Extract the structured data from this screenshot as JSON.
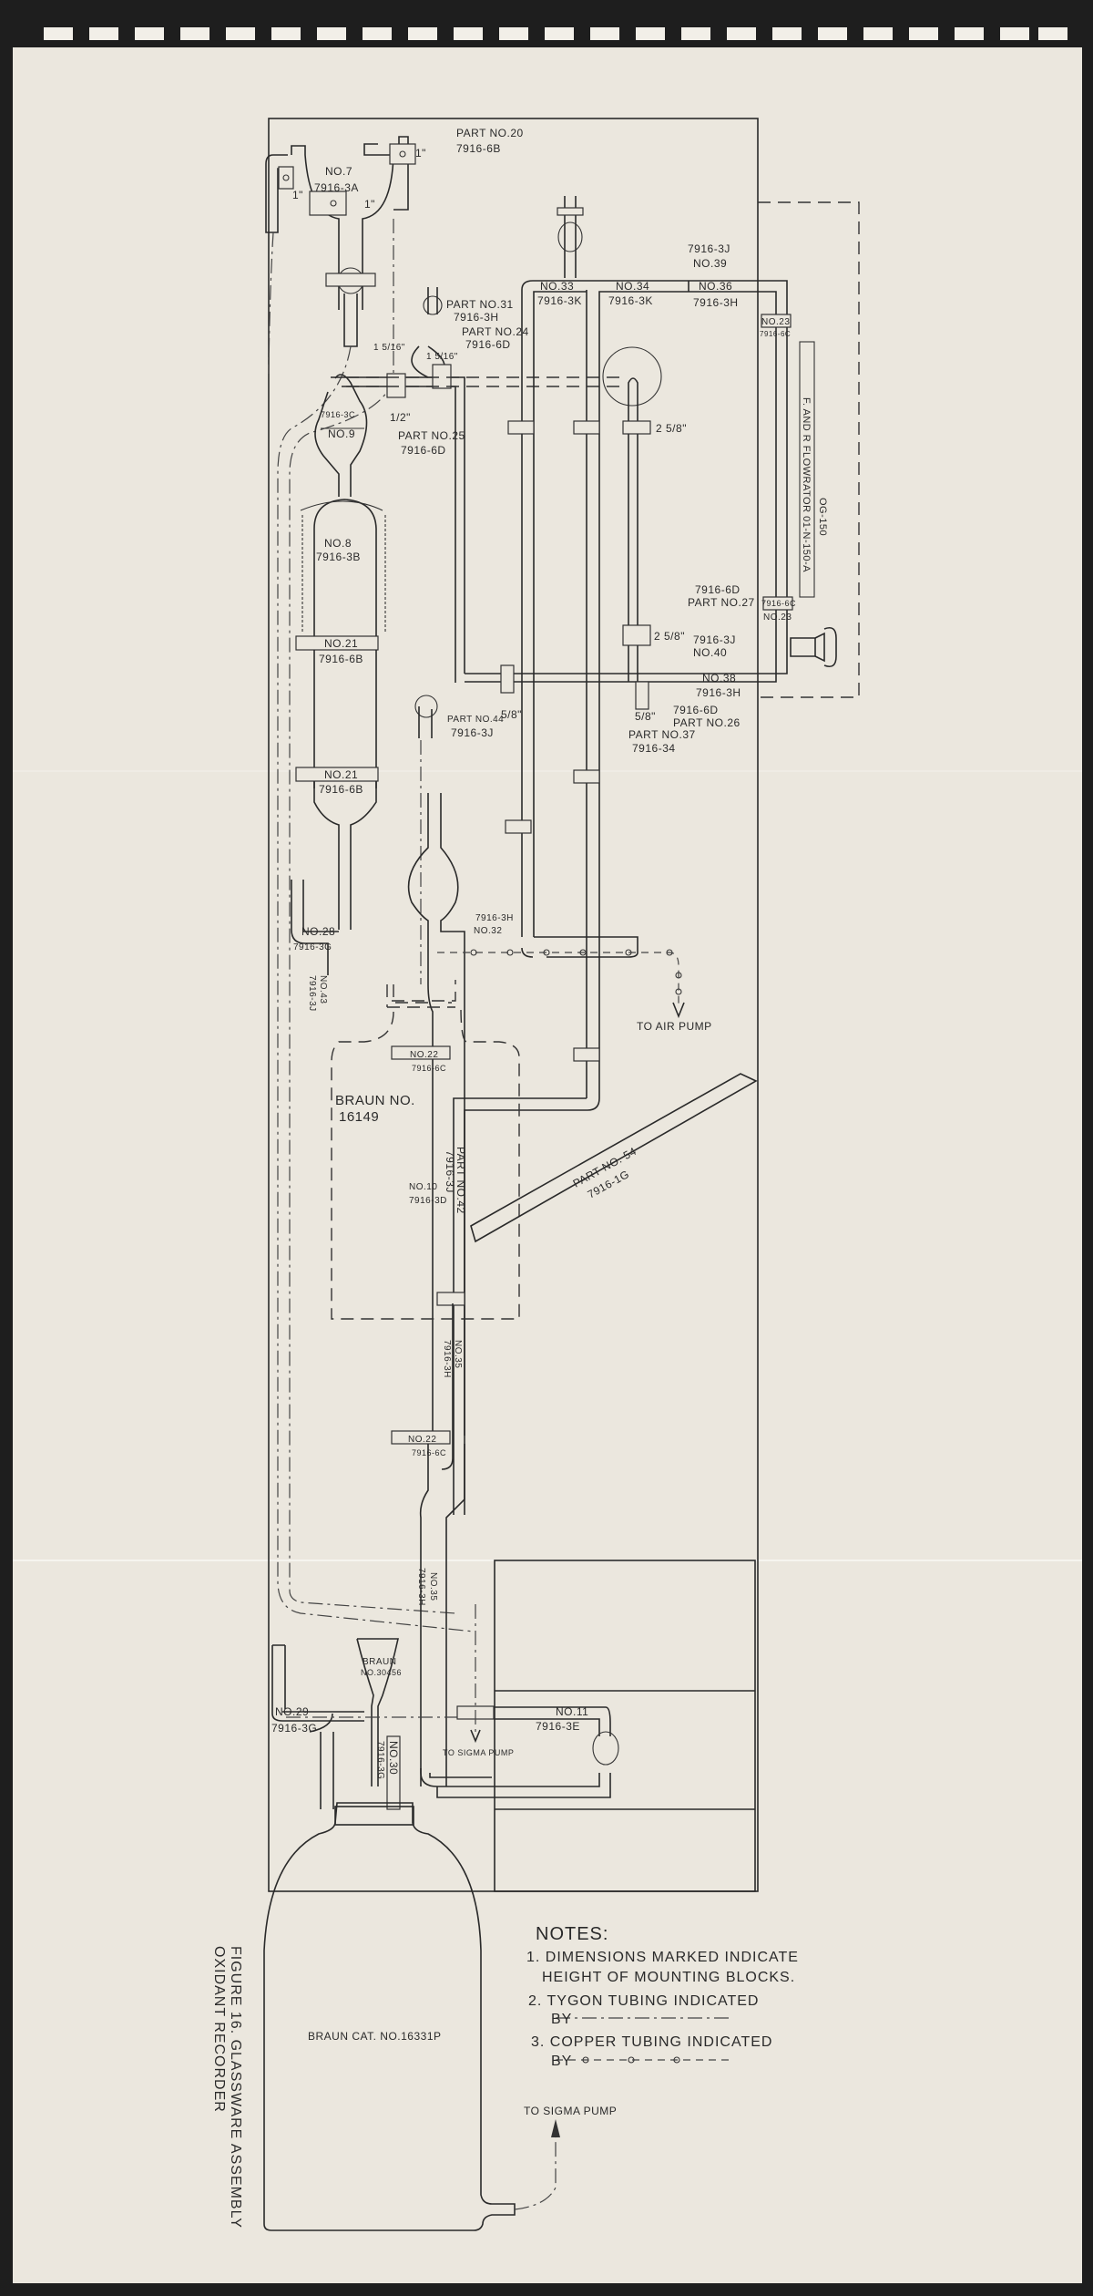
{
  "figure": {
    "caption_line1": "FIGURE 16. GLASSWARE ASSEMBLY",
    "caption_line2": "OXIDANT RECORDER"
  },
  "notes": {
    "heading": "NOTES:",
    "items": [
      "1. DIMENSIONS MARKED INDICATE",
      "HEIGHT OF MOUNTING BLOCKS.",
      "2. TYGON TUBING INDICATED",
      "BY",
      "3. COPPER TUBING INDICATED",
      "BY"
    ]
  },
  "labels": {
    "part20": "PART NO.20",
    "part20_code": "7916-6B",
    "dim_1a": "1\"",
    "dim_1b": "1\"",
    "dim_1c": "1\"",
    "no7": "NO.7",
    "no7_code": "7916-3A",
    "no39_code": "7916-3J",
    "no39": "NO.39",
    "no33": "NO.33",
    "no33_code": "7916-3K",
    "no34": "NO.34",
    "no34_code": "7916-3K",
    "no36": "NO.36",
    "no36_code": "7916-3H",
    "no23a": "NO.23",
    "no23a_code": "7916-6C",
    "part31": "PART NO.31",
    "part31_code": "7916-3H",
    "part24": "PART NO.24",
    "part24_code": "7916-6D",
    "dim_1_5_16a": "1 5/16\"",
    "dim_1_5_16b": "1 5/16\"",
    "dim_half": "1/2\"",
    "part25": "PART NO.25",
    "part25_code": "7916-6D",
    "no9_code": "7916-3C",
    "no9": "NO.9",
    "dim_2_5_8a": "2 5/8\"",
    "flowrator": "F. AND R FLOWRATOR 01-N-150-A",
    "flowrator_og": "OG-150",
    "no8": "NO.8",
    "no8_code": "7916-3B",
    "no21a": "NO.21",
    "no21a_code": "7916-6B",
    "part27_code": "7916-6D",
    "part27": "PART NO.27",
    "dim_2_5_8b": "2 5/8\"",
    "no40_code": "7916-3J",
    "no40": "NO.40",
    "no23b_code": "7916-6C",
    "no23b": "NO.23",
    "no38": "NO.38",
    "no38_code": "7916-3H",
    "dim_5_8a": "5/8\"",
    "part26_code": "7916-6D",
    "part26": "PART NO.26",
    "part37": "PART NO.37",
    "part37_code": "7916-34",
    "dim_5_8b": "5/8\"",
    "part44": "PART NO.44",
    "part44_code": "7916-3J",
    "no21b": "NO.21",
    "no21b_code": "7916-6B",
    "no32_code": "7916-3H",
    "no32": "NO.32",
    "no28": "NO.28",
    "no28_code": "7916-3G",
    "no43": "NO.43",
    "no43_code": "7916-3J",
    "to_air_pump": "TO AIR PUMP",
    "no22a": "NO.22",
    "no22a_code": "7916-6C",
    "braun16149_a": "BRAUN NO.",
    "braun16149_b": "16149",
    "no10": "NO.10",
    "no10_code": "7916-3D",
    "part42": "PART NO.42",
    "part42_code": "7916-3J",
    "part54": "PART NO. 54",
    "part54_code": "7916-1G",
    "no35a": "NO.35",
    "no35a_code": "7916-3H",
    "no22b": "NO.22",
    "no22b_code": "7916-6C",
    "no35b": "NO.35",
    "no35b_code": "7916-3H",
    "braun30456_a": "BRAUN",
    "braun30456_b": "NO.30456",
    "no29": "NO.29",
    "no29_code": "7916-3G",
    "no30": "NO.30",
    "no30_code": "7916-3G",
    "to_sigma_pump_1": "TO SIGMA PUMP",
    "no11": "NO.11",
    "no11_code": "7916-3E",
    "braun16331": "BRAUN CAT. NO.16331P",
    "to_sigma_pump_2": "TO SIGMA PUMP"
  }
}
